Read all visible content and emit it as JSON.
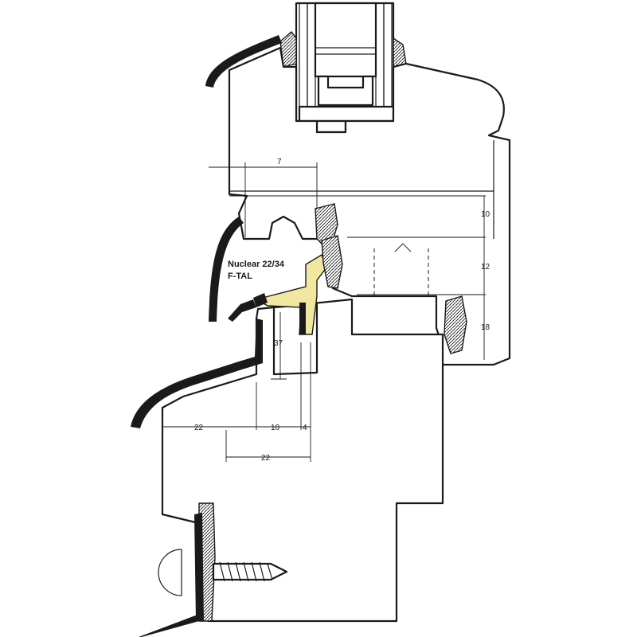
{
  "labels": {
    "product_line1": "Nuclear 22/34",
    "product_line2": "F-TAL"
  },
  "dimensions": {
    "top_width": "7",
    "right_upper": "10",
    "right_middle": "12",
    "right_lower": "18",
    "vertical_inner": "37",
    "bottom_left": "22",
    "bottom_mid": "10",
    "bottom_small": "4",
    "bottom_total": "22"
  },
  "colors": {
    "outline": "#1a1a1a",
    "gasket": "#f2e7a1",
    "background": "#ffffff"
  },
  "icons": [
    "screw-icon",
    "upward-arrow-icon"
  ]
}
